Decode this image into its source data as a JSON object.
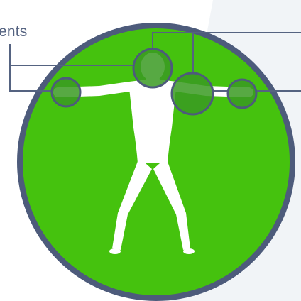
{
  "diagram": {
    "label_fragment": "ents",
    "subject": "human-figure",
    "markers": [
      "head",
      "left-hand",
      "right-shoulder",
      "right-hand"
    ],
    "colors": {
      "page_background": "#ffffff",
      "background_panel": "#f1f4f7",
      "circle_fill": "#45c20e",
      "circle_ring": "#4d5b7b",
      "figure": "#ffffff",
      "joint_marker_fill": "#3a9a22",
      "joint_marker_stroke": "#4d5b7b",
      "leader_lines": "#556381"
    }
  }
}
